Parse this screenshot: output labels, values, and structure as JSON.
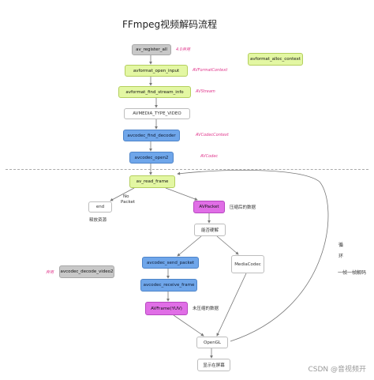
{
  "title": "FFmpeg视频解码流程",
  "nodes": {
    "register": "av_register_all",
    "open_input": "avformat_open_input",
    "find_stream_info": "avformat_find_stream_info",
    "media_type": "AVMEDIA_TYPE_VIDEO",
    "find_decoder": "avcodec_find_decoder",
    "codec_open": "avcodec_open2",
    "read_frame": "av_read_frame",
    "end": "end",
    "avpacket": "AVPacket",
    "hw_decode": "能否硬解",
    "send_packet": "avcodec_send_packet",
    "receive_frame": "avcodec_receive_frame",
    "avframe": "AVFrame(YUV)",
    "mediacodec": "MediaCodec",
    "opengl": "OpenGL",
    "display": "显示在屏幕",
    "alloc_context": "avformat_alloc_context",
    "decode_video2": "avcodec_decode_video2"
  },
  "annotations": {
    "deprecated_top": "4.0弃用",
    "avformat_context": "AVFormatContext",
    "avstream": "AVStream",
    "avcodec_context": "AVCodecContext",
    "avcodec": "AVCodec",
    "deprecated_left": "弃用"
  },
  "notes": {
    "no_packet_1": "No",
    "no_packet_2": "Packet",
    "release": "释放资源",
    "compressed": "压缩后的数据",
    "uncompressed": "未压缩的数据",
    "loop_1": "循",
    "loop_2": "环",
    "per_frame": "一帧一帧解码"
  },
  "watermark": "CSDN @音视频开",
  "colors": {
    "gray": "#c8c8c8",
    "yellow": "#e3f7a3",
    "blue": "#6fa6ea",
    "magenta": "#e06ee6",
    "annotation": "#e0338a",
    "arrow": "#777777"
  }
}
